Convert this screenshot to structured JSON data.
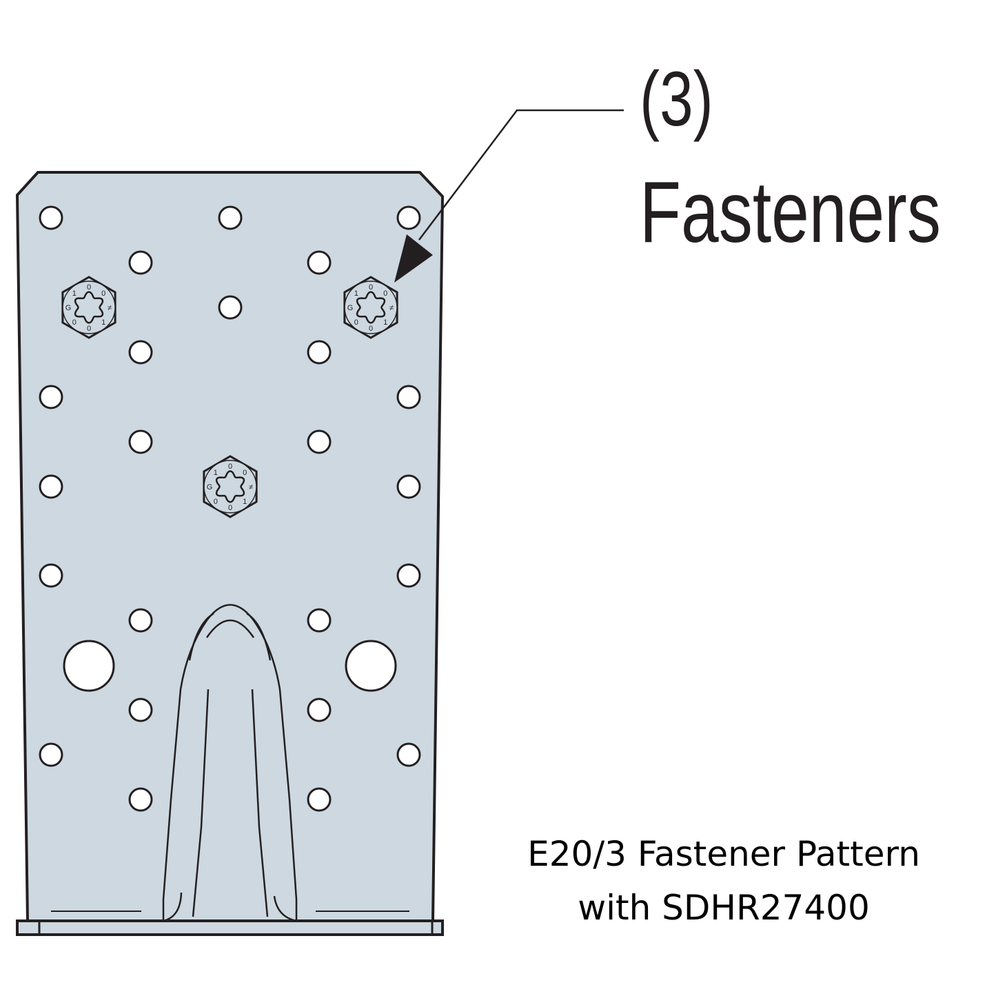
{
  "callout": {
    "count": "(3)",
    "label": "Fasteners"
  },
  "caption": {
    "line1": "E20/3 Fastener Pattern",
    "line2": "with SDHR27400"
  },
  "fastener_head_marking": [
    "0",
    "0",
    "≠",
    "1",
    "0",
    "0",
    "G",
    "1"
  ],
  "colors": {
    "plate": "#cdd8e0",
    "outline": "#231f20",
    "hole": "#ffffff"
  }
}
